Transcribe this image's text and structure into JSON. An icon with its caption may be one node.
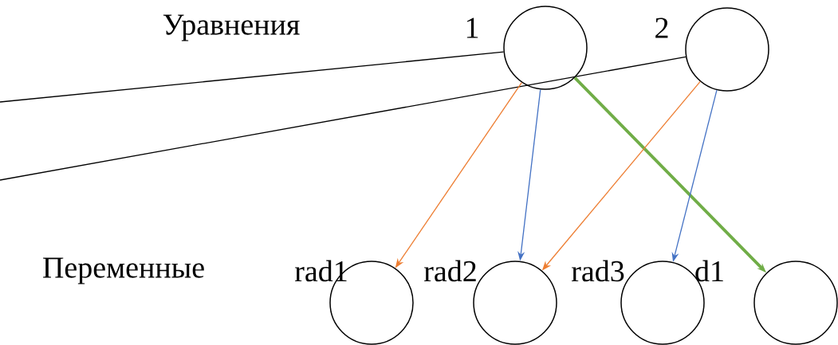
{
  "diagram": {
    "nodes": [
      {
        "text": [
          "1"
        ]
      },
      {
        "text": [
          "2"
        ]
      },
      {
        "text": [
          "rad1"
        ]
      },
      {
        "text": [
          "rad2"
        ]
      },
      {
        "text": [
          "rad3"
        ]
      },
      {
        "text": [
          "d1"
        ]
      }
    ],
    "edges": [
      {
        "from": null,
        "to": 0,
        "arrow": "none"
      },
      {
        "from": null,
        "to": 1,
        "arrow": "none"
      },
      {
        "from": 0,
        "to": 2,
        "arrow": "to",
        "color": "#ed7d31"
      },
      {
        "from": 0,
        "to": 3,
        "arrow": "to",
        "color": "#4472c4"
      },
      {
        "from": 0,
        "to": 5,
        "arrow": "to",
        "color": "#70ad47",
        "style": "thick"
      },
      {
        "from": 1,
        "to": 3,
        "arrow": "to",
        "color": "#ed7d31"
      },
      {
        "from": 1,
        "to": 4,
        "arrow": "to",
        "color": "#4472c4"
      }
    ],
    "labels": [
      "Уравнения",
      "Переменные"
    ]
  }
}
